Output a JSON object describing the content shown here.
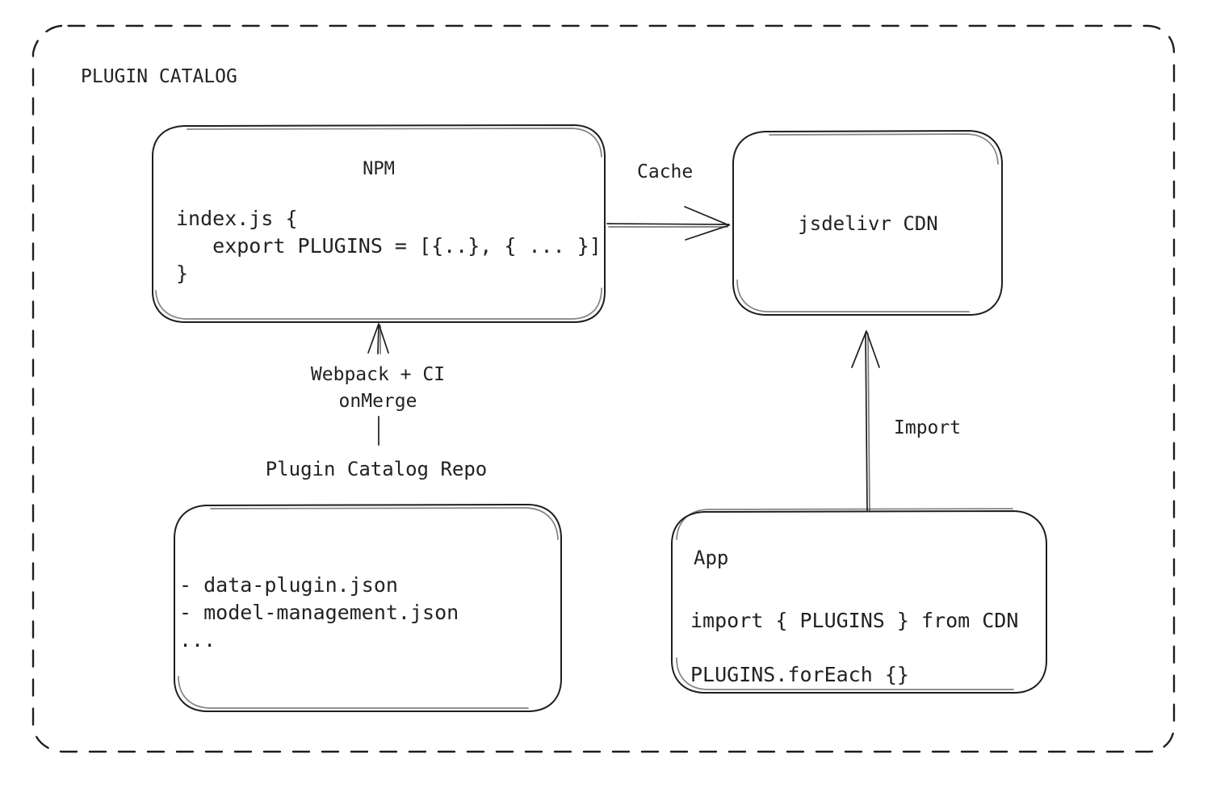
{
  "diagram": {
    "type": "architecture-flow",
    "title": "PLUGIN CATALOG",
    "background": "#ffffff",
    "stroke_color": "#1e1e1e",
    "text_color": "#222222",
    "frame": {
      "label": "PLUGIN CATALOG",
      "border_style": "dashed",
      "border_radius": "rounded"
    },
    "nodes": {
      "npm": {
        "title": "NPM",
        "code_lines": [
          "index.js {",
          "   export PLUGINS = [{..}, { ... }]",
          "}"
        ]
      },
      "cdn": {
        "title": "jsdelivr CDN"
      },
      "repo": {
        "label": "Plugin Catalog Repo",
        "items": [
          "- data-plugin.json",
          "- model-management.json",
          "..."
        ]
      },
      "app": {
        "title": "App",
        "code_lines": [
          "import { PLUGINS } from CDN",
          "PLUGINS.forEach {}"
        ]
      }
    },
    "edges": {
      "cache": {
        "label": "Cache",
        "from": "npm",
        "to": "cdn",
        "direction": "right"
      },
      "build": {
        "label": "Webpack + CI\nonMerge",
        "label_line1": "Webpack + CI",
        "label_line2": "onMerge",
        "from": "repo",
        "to": "npm",
        "direction": "up"
      },
      "import": {
        "label": "Import",
        "from": "app",
        "to": "cdn",
        "direction": "up"
      }
    }
  }
}
